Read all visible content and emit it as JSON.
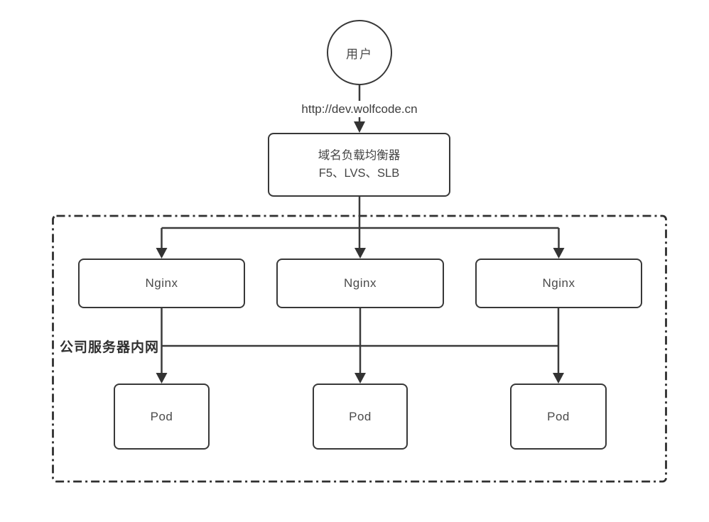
{
  "diagram": {
    "user_node": {
      "label": "用户"
    },
    "url_label": "http://dev.wolfcode.cn",
    "load_balancer": {
      "line1": "域名负载均衡器",
      "line2": "F5、LVS、SLB"
    },
    "intranet_label": "公司服务器内网",
    "nginx_nodes": [
      {
        "label": "Nginx"
      },
      {
        "label": "Nginx"
      },
      {
        "label": "Nginx"
      }
    ],
    "pod_nodes": [
      {
        "label": "Pod"
      },
      {
        "label": "Pod"
      },
      {
        "label": "Pod"
      }
    ],
    "colors": {
      "stroke": "#3a3a3a",
      "node_border": "#383838",
      "text": "#4a4a4a",
      "background": "#ffffff"
    }
  }
}
